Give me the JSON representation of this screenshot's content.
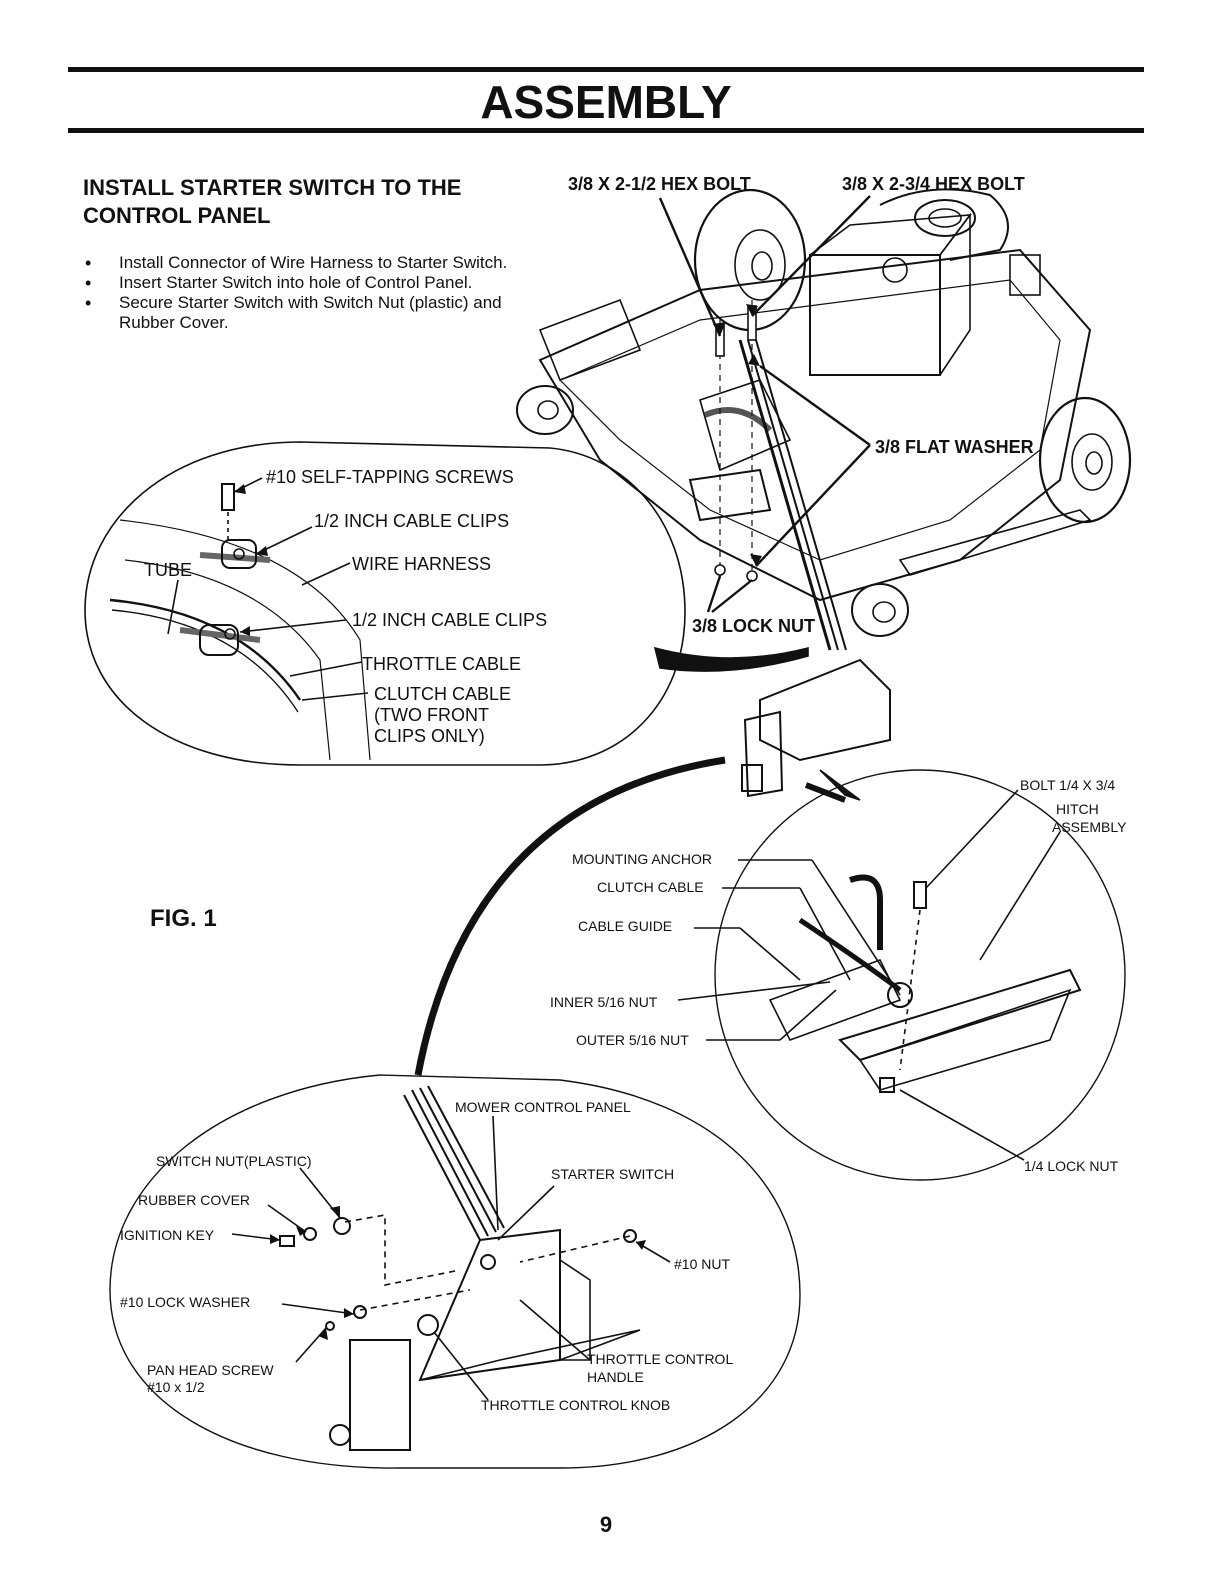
{
  "header": {
    "title": "ASSEMBLY"
  },
  "section": {
    "title_line1": "INSTALL STARTER SWITCH TO THE",
    "title_line2": "CONTROL PANEL",
    "steps": [
      "Install Connector of Wire Harness to Starter Switch.",
      "Insert Starter Switch into hole of Control Panel.",
      "Secure Starter Switch with Switch Nut (plastic) and Rubber Cover."
    ]
  },
  "callouts": {
    "hex_bolt_a": "3/8 X 2-1/2 HEX BOLT",
    "hex_bolt_b": "3/8 X 2-3/4 HEX BOLT",
    "flat_washer": "3/8 FLAT WASHER",
    "lock_nut": "3/8 LOCK NUT"
  },
  "detail_cable": {
    "screws": "#10  SELF-TAPPING SCREWS",
    "clips_upper": "1/2 INCH CABLE CLIPS",
    "tube": "TUBE",
    "wire_harness": "WIRE HARNESS",
    "clips_lower": "1/2 INCH CABLE CLIPS",
    "throttle_cable": "THROTTLE CABLE",
    "clutch_cable_1": "CLUTCH CABLE",
    "clutch_cable_2": "(TWO FRONT",
    "clutch_cable_3": "CLIPS ONLY)"
  },
  "detail_hitch": {
    "bolt": "BOLT 1/4 X 3/4",
    "hitch_1": "HITCH",
    "hitch_2": "ASSEMBLY",
    "mounting_anchor": "MOUNTING ANCHOR",
    "clutch_cable": "CLUTCH CABLE",
    "cable_guide": "CABLE GUIDE",
    "inner_nut": "INNER 5/16 NUT",
    "outer_nut": "OUTER 5/16 NUT",
    "lock_nut": "1/4 LOCK NUT"
  },
  "detail_panel": {
    "control_panel": "MOWER CONTROL PANEL",
    "switch_nut": "SWITCH NUT(PLASTIC)",
    "starter_switch": "STARTER SWITCH",
    "rubber_cover": "RUBBER COVER",
    "ignition_key": "IGNITION KEY",
    "nut10": "#10 NUT",
    "lock_washer": "#10 LOCK WASHER",
    "pan_head_1": "PAN HEAD SCREW",
    "pan_head_2": "#10 x 1/2",
    "throttle_handle_1": "THROTTLE CONTROL",
    "throttle_handle_2": "HANDLE",
    "throttle_knob": "THROTTLE CONTROL KNOB"
  },
  "figure": {
    "label": "FIG. 1"
  },
  "footer": {
    "page_number": "9"
  }
}
